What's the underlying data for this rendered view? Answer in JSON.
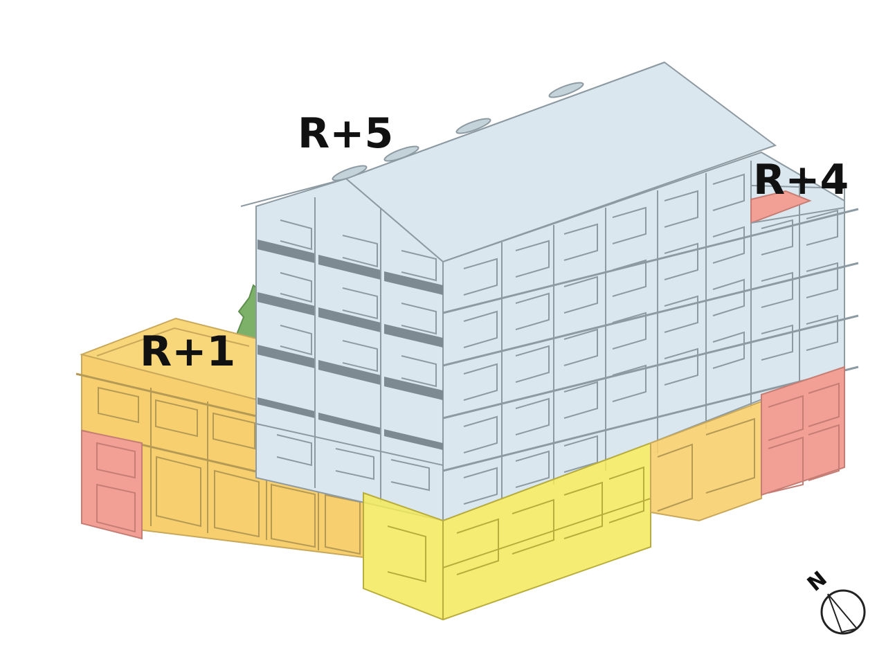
{
  "labels": {
    "r5": "R+5",
    "r4": "R+4",
    "r1": "R+1"
  },
  "compass": {
    "north_letter": "N"
  },
  "zone_colors": {
    "upper_storeys": "#dae7ee",
    "zone_orange": "#f7cf6e",
    "zone_yellow": "#f3ea5a",
    "zone_red": "#f2a096",
    "dark_frame": "#7e8a92",
    "tree": "#7db069"
  }
}
